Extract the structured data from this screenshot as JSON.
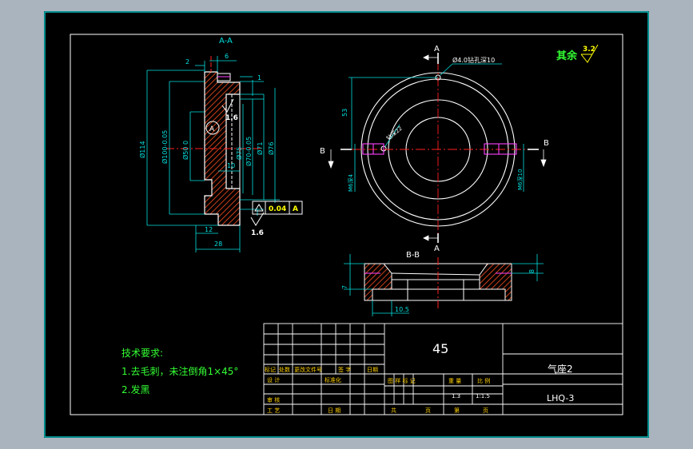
{
  "colors": {
    "background": "#000000",
    "frame": "#00c8c8",
    "outline": "#ffffff",
    "dimension": "#00e0e0",
    "centerline": "#ff2020",
    "hatch": "#ff5020",
    "hole": "#ff40ff",
    "title_text": "#33ff33",
    "table_label": "#ffd000",
    "symbol": "#ffff00"
  },
  "section_aa": {
    "label": "A-A",
    "dim_2": "2",
    "dim_6": "6",
    "dim_1": "1",
    "dia_114": "Ø114",
    "dia_100": "Ø100-0.05",
    "dia_50": "Ø50 0",
    "dia_75": "Ø75",
    "dia_70": "Ø70-0.05",
    "dia_71": "Ø71",
    "dia_76": "Ø76",
    "dim_10": "10",
    "dim_12": "12",
    "dim_28": "28",
    "datum_a": "A",
    "roughness_1": "1.6",
    "roughness_2": "1.6",
    "tolerance_value": "0.04",
    "tolerance_datum": "A"
  },
  "top_view": {
    "cut_a_top": "A",
    "cut_a_bottom": "A",
    "cut_b_left": "B",
    "cut_b_right": "B",
    "note_hole": "Ø4.0钻孔深10",
    "note_slot": "钻深22",
    "dim_53": "53",
    "thread_left": "M6深4",
    "thread_right": "M6深10"
  },
  "section_bb": {
    "label": "B-B",
    "dim_7": "7",
    "dim_8": "8",
    "dim_10_5": "10.5"
  },
  "roughness_rest": {
    "label": "其余",
    "value": "3.2"
  },
  "tech": {
    "heading": "技术要求:",
    "item1": "1.去毛刺，未注倒角1×45°",
    "item2": "2.发黑"
  },
  "title_block": {
    "material": "45",
    "part_name": "气座2",
    "drawing_no": "LHQ-3",
    "h_mark": "标记",
    "h_count": "处数",
    "h_change": "更改文件号",
    "h_sign": "签 字",
    "h_date": "日期",
    "h_design": "设 计",
    "h_std": "标准化",
    "h_review": "审 核",
    "h_process": "工 艺",
    "h_date2": "日 期",
    "h_stage": "图 样 标 记",
    "h_weight": "重 量",
    "h_scale": "比 例",
    "weight": "1.3",
    "scale": "1:1.5",
    "h_total": "共",
    "h_pages": "页",
    "h_sheet": "第",
    "h_pages2": "页"
  }
}
